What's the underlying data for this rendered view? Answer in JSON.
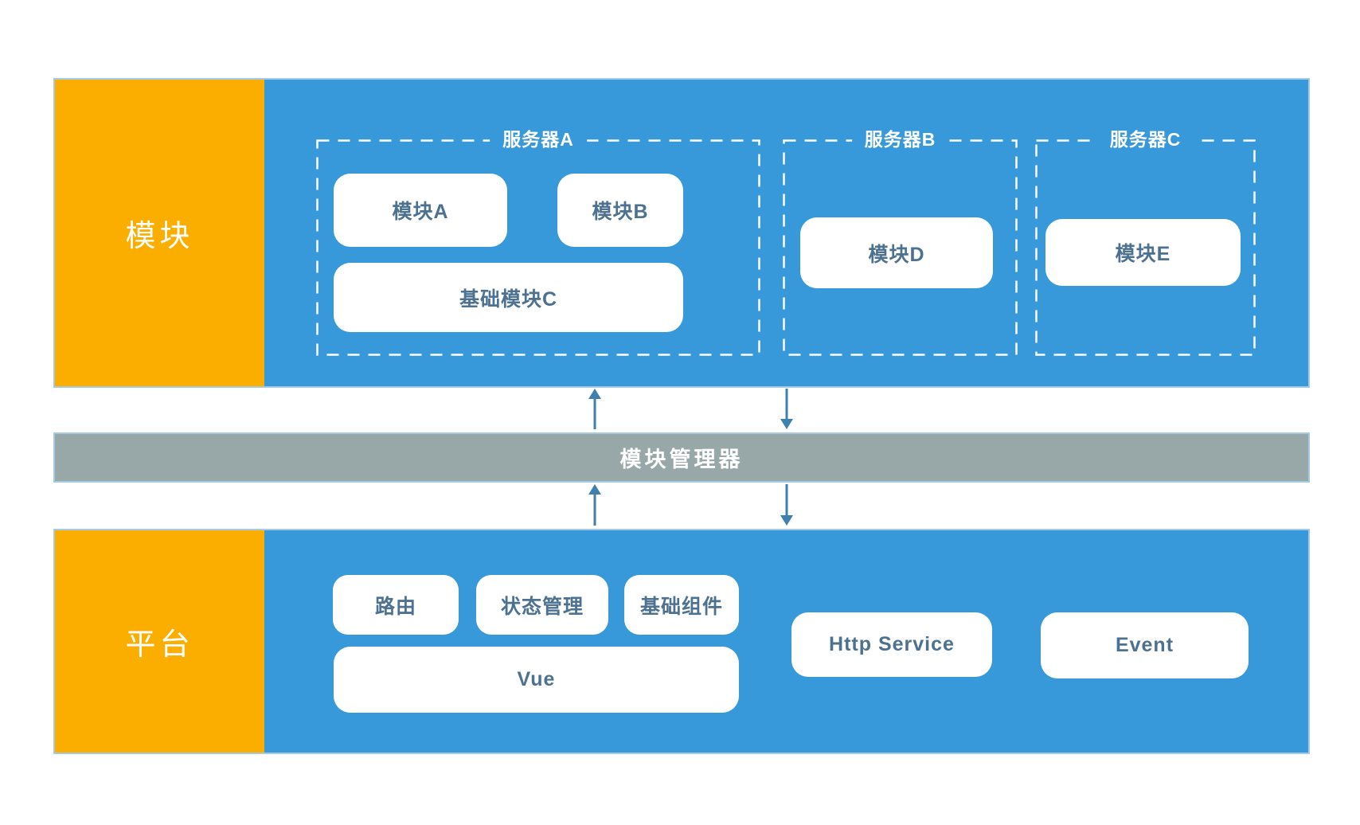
{
  "colors": {
    "band_blue": "#3798DA",
    "accent_orange": "#FBAD00",
    "manager_gray": "#98A8A8",
    "box_text": "#4D7191",
    "arrow_blue": "#3E80AE",
    "band_border": "#A6C9E4",
    "box_white": "#FFFFFF"
  },
  "modules_section": {
    "label": "模块",
    "servers": [
      {
        "name": "服务器A",
        "modules": [
          "模块A",
          "模块B",
          "基础模块C"
        ]
      },
      {
        "name": "服务器B",
        "modules": [
          "模块D"
        ]
      },
      {
        "name": "服务器C",
        "modules": [
          "模块E"
        ]
      }
    ]
  },
  "manager": {
    "label": "模块管理器"
  },
  "platform_section": {
    "label": "平台",
    "components": [
      "路由",
      "状态管理",
      "基础组件",
      "Vue",
      "Http Service",
      "Event"
    ]
  }
}
